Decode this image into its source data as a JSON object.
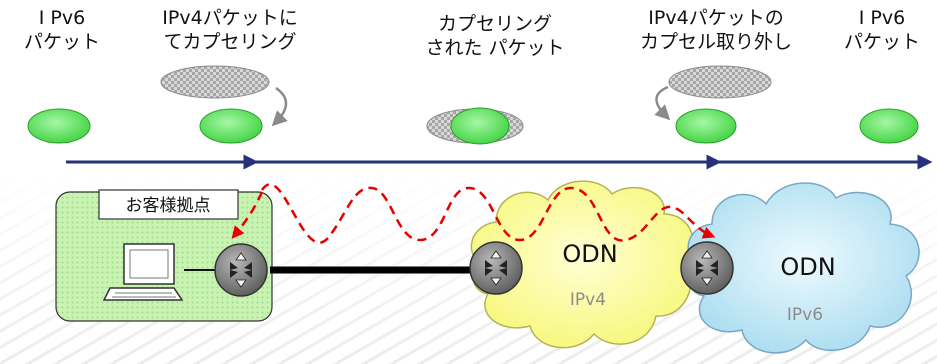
{
  "labels": {
    "ipv6_packet_left": [
      "I Pv6",
      "パケット"
    ],
    "encap": [
      "IPv4パケットに",
      "てカプセリング"
    ],
    "encapsulated": [
      "カプセリング",
      "された パケット"
    ],
    "decap": [
      "IPv4パケットの",
      "カプセル取り外し"
    ],
    "ipv6_packet_right": [
      "I Pv6",
      "パケット"
    ]
  },
  "site": {
    "title": "お客様拠点"
  },
  "clouds": {
    "ipv4": {
      "title": "ODN",
      "subtitle": "IPv4"
    },
    "ipv6": {
      "title": "ODN",
      "subtitle": "IPv6"
    }
  },
  "icons": [
    "computer-icon",
    "router-icon",
    "cloud-icon",
    "packet-icon",
    "curved-arrow-icon"
  ],
  "colors": {
    "packet_green": "#55e055",
    "timeline_blue": "#26317a",
    "tunnel_red": "#e60000",
    "site_box": "#c9f3b3",
    "cloud_ipv4": "#ffff9a",
    "cloud_ipv6": "#cdeef8",
    "router_gray": "#7d7d7d"
  }
}
